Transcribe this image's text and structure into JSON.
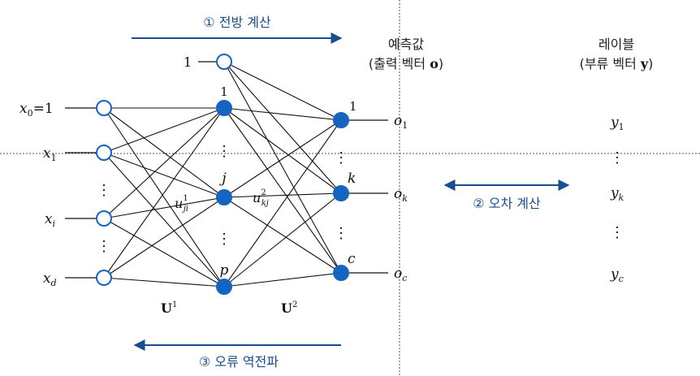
{
  "colors": {
    "accent": "#1a4d8f",
    "node_fill": "#1565c0",
    "line": "#111111",
    "guide": "#555555"
  },
  "steps": {
    "forward": "① 전방 계산",
    "error": "② 오차 계산",
    "backward": "③ 오류 역전파"
  },
  "headers": {
    "pred_title": "예측값",
    "pred_sub_prefix": "(출력 벡터 ",
    "pred_sub_var": "o",
    "pred_sub_suffix": ")",
    "label_title": "레이블",
    "label_sub_prefix": "(부류 벡터 ",
    "label_sub_var": "y",
    "label_sub_suffix": ")"
  },
  "inputs": {
    "x0": "x",
    "x0_sub": "0",
    "x0_eq": "=1",
    "x1": "x",
    "x1_sub": "1",
    "xi": "x",
    "xi_sub": "i",
    "xd": "x",
    "xd_sub": "d",
    "dots": "⋮"
  },
  "hidden": {
    "bias": "1",
    "n1": "1",
    "nj": "j",
    "np": "p",
    "dots": "⋮"
  },
  "output": {
    "n1": "1",
    "nk": "k",
    "nc": "c",
    "dots": "⋮"
  },
  "outputs_o": {
    "o": "o",
    "o1_sub": "1",
    "ok_sub": "k",
    "oc_sub": "c"
  },
  "labels_y": {
    "y": "y",
    "y1_sub": "1",
    "yk_sub": "k",
    "yc_sub": "c",
    "dots": "⋮"
  },
  "weights": {
    "u1_base": "u",
    "u1_sup": "1",
    "u1_sub": "ji",
    "u2_base": "u",
    "u2_sup": "2",
    "u2_sub": "kj",
    "U1": "U",
    "U1_sup": "1",
    "U2": "U",
    "U2_sup": "2"
  }
}
